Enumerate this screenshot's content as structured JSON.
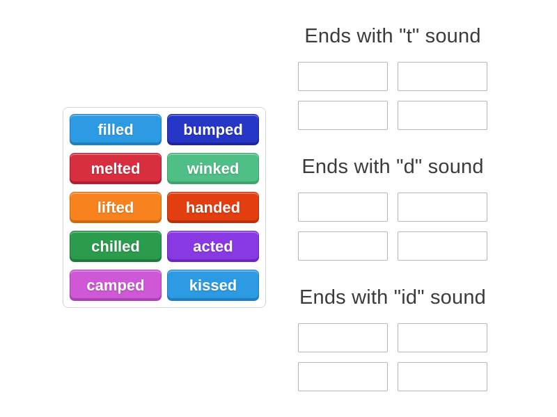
{
  "word_bank": {
    "words": [
      {
        "label": "filled",
        "color": "#2d9be3",
        "edge": "#1d7fc4"
      },
      {
        "label": "bumped",
        "color": "#2636c6",
        "edge": "#1b279f"
      },
      {
        "label": "melted",
        "color": "#d82f40",
        "edge": "#b21e2f"
      },
      {
        "label": "winked",
        "color": "#4fbe87",
        "edge": "#3da46e"
      },
      {
        "label": "lifted",
        "color": "#f8821e",
        "edge": "#d2690f"
      },
      {
        "label": "handed",
        "color": "#e23e10",
        "edge": "#bb300a"
      },
      {
        "label": "chilled",
        "color": "#2b9b4d",
        "edge": "#1e7c3a"
      },
      {
        "label": "acted",
        "color": "#8939e2",
        "edge": "#6e26c0"
      },
      {
        "label": "camped",
        "color": "#ce58d6",
        "edge": "#ae3fb6"
      },
      {
        "label": "kissed",
        "color": "#2d9be3",
        "edge": "#1d7fc4"
      }
    ]
  },
  "groups": [
    {
      "title": "Ends with \"t\" sound",
      "slots": 4
    },
    {
      "title": "Ends with \"d\" sound",
      "slots": 4
    },
    {
      "title": "Ends with \"id\" sound",
      "slots": 4
    }
  ]
}
